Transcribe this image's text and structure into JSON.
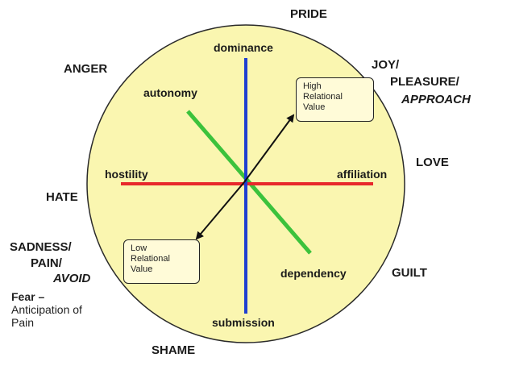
{
  "axes": {
    "top": "dominance",
    "bottom": "submission",
    "left": "hostility",
    "right": "affiliation",
    "diag_top_left": "autonomy",
    "diag_bottom_right": "dependency"
  },
  "boxes": {
    "high": [
      "High",
      "Relational",
      "Value"
    ],
    "low": [
      "Low",
      "Relational",
      "Value"
    ]
  },
  "emotions": {
    "pride": "PRIDE",
    "anger": "ANGER",
    "joy": "JOY/",
    "pleasure": "PLEASURE/",
    "approach": "APPROACH",
    "love": "LOVE",
    "hate": "HATE",
    "sadness": "SADNESS/",
    "pain": "PAIN/",
    "avoid": "AVOID",
    "guilt": "GUILT",
    "shame": "SHAME"
  },
  "fear": {
    "title": "Fear –",
    "line1": "Anticipation of",
    "line2": "Pain"
  },
  "colors": {
    "circle_fill": "#faf6b0",
    "vertical_axis": "#1f3fd1",
    "horizontal_axis": "#e8282b",
    "diagonal_axis": "#3cc23c",
    "arrow": "#111111"
  }
}
